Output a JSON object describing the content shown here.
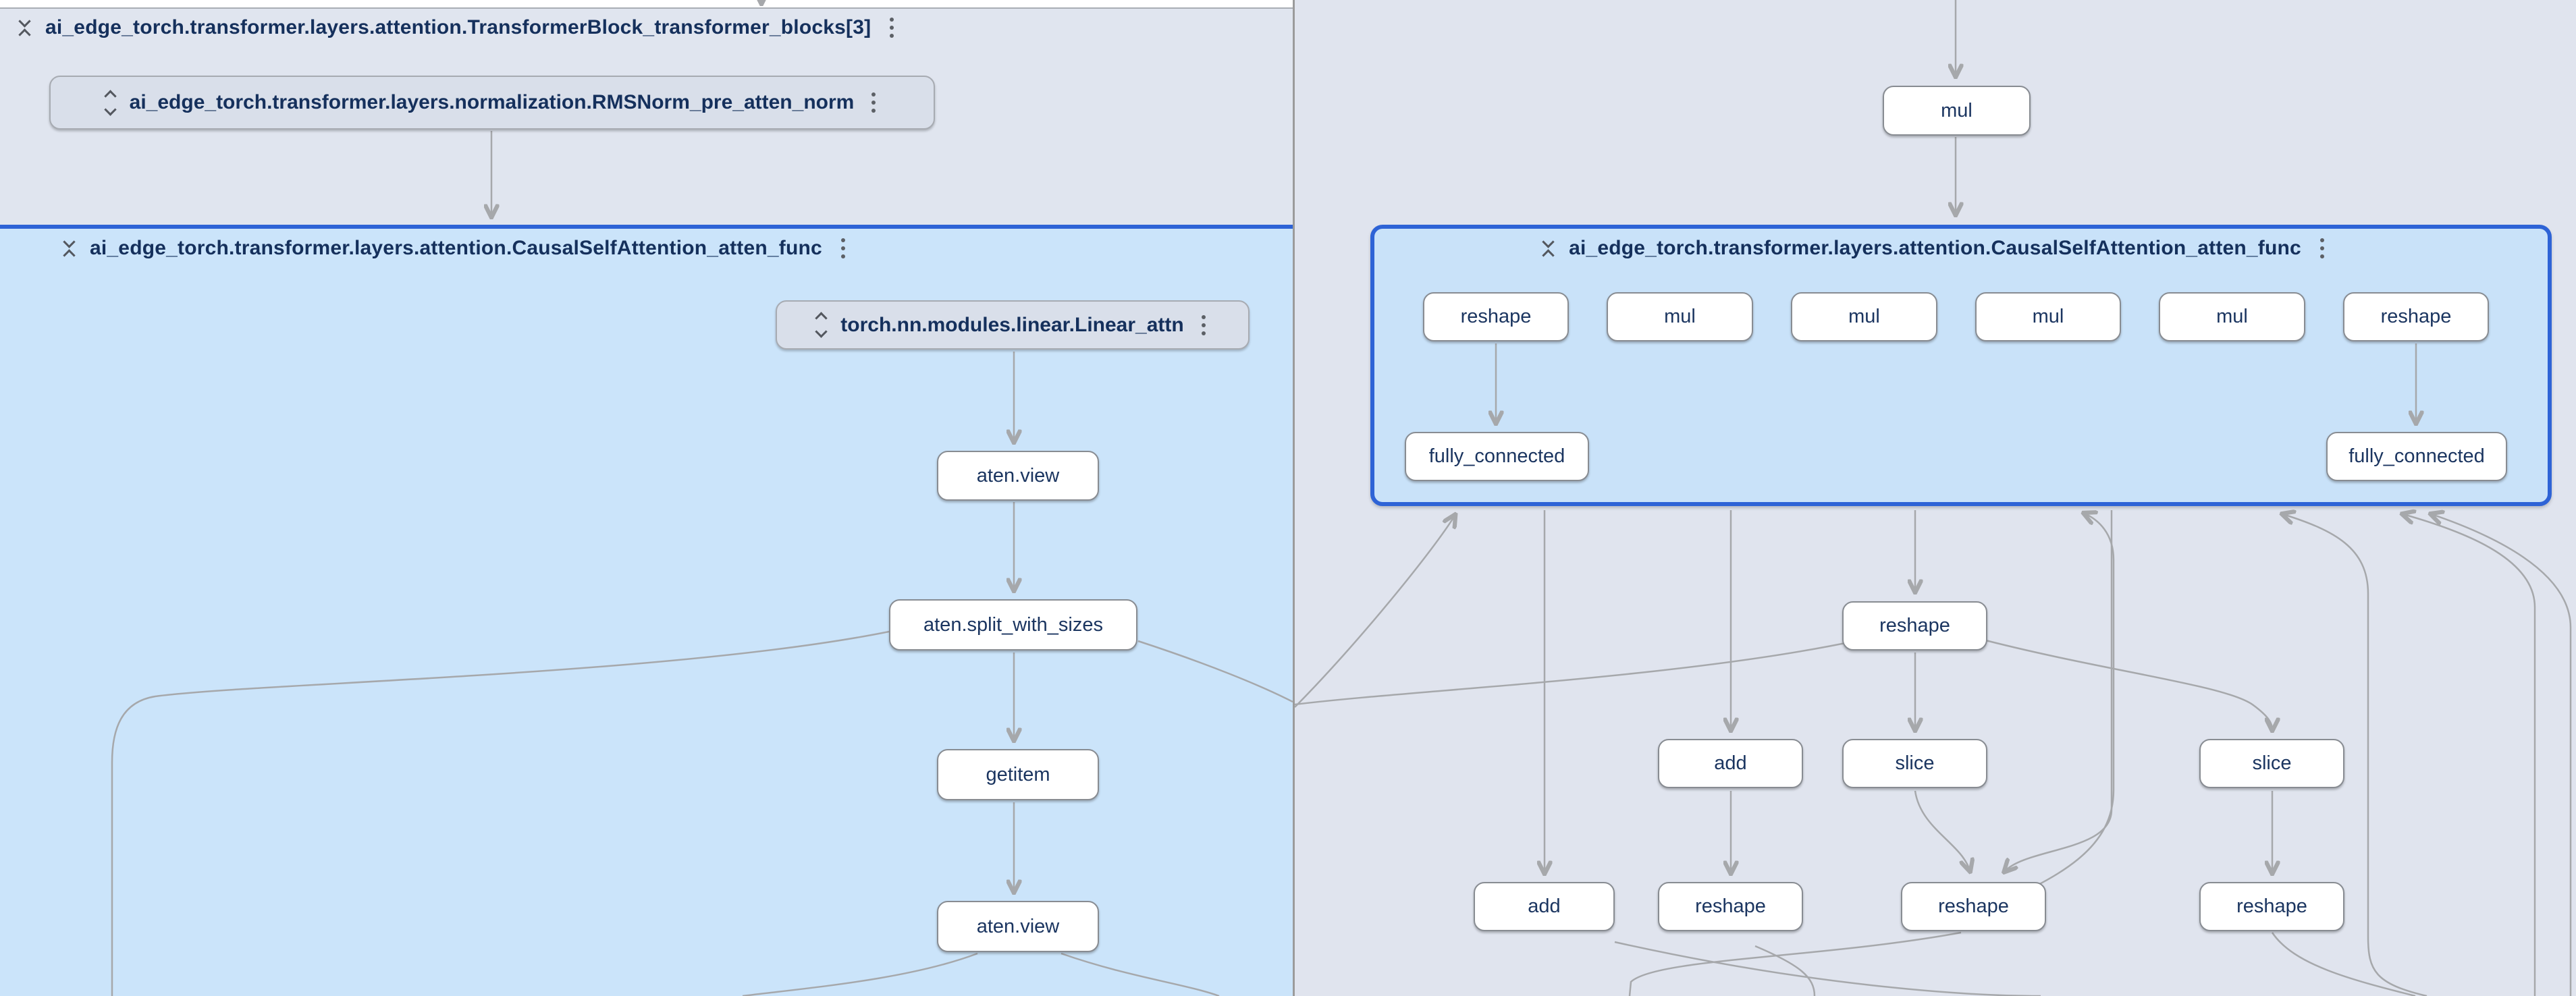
{
  "colors": {
    "selection_accent": "#2e63d6",
    "expanded_group_fill": "#cbe4fa",
    "parent_group_fill": "#e0e5ef",
    "canvas_right": "#e0e4ee",
    "collapsed_node_fill": "#d9dfea",
    "op_node_fill": "#ffffff",
    "edge": "#a6a8ab",
    "text": "#15305c"
  },
  "icons": {
    "collapse": "unfold-less-icon",
    "expand": "unfold-more-icon",
    "menu": "more-vert-icon"
  },
  "left_pane": {
    "outer_group": {
      "title": "ai_edge_torch.transformer.layers.attention.TransformerBlock_transformer_blocks[3]"
    },
    "rmsnorm_node": {
      "label": "ai_edge_torch.transformer.layers.normalization.RMSNorm_pre_atten_norm"
    },
    "attention_group": {
      "title": "ai_edge_torch.transformer.layers.attention.CausalSelfAttention_atten_func"
    },
    "linear_group": {
      "label": "torch.nn.modules.linear.Linear_attn"
    },
    "ops": {
      "view1": "aten.view",
      "split": "aten.split_with_sizes",
      "getitem": "getitem",
      "view2": "aten.view"
    }
  },
  "right_pane": {
    "mul_top": "mul",
    "attention_group": {
      "title": "ai_edge_torch.transformer.layers.attention.CausalSelfAttention_atten_func"
    },
    "row1": [
      "reshape",
      "mul",
      "mul",
      "mul",
      "mul",
      "reshape"
    ],
    "fully_connected_left": "fully_connected",
    "fully_connected_right": "fully_connected",
    "reshape_mid": "reshape",
    "row_mid": [
      "add",
      "slice",
      "slice"
    ],
    "row_bottom": [
      "add",
      "reshape",
      "reshape",
      "reshape"
    ]
  }
}
